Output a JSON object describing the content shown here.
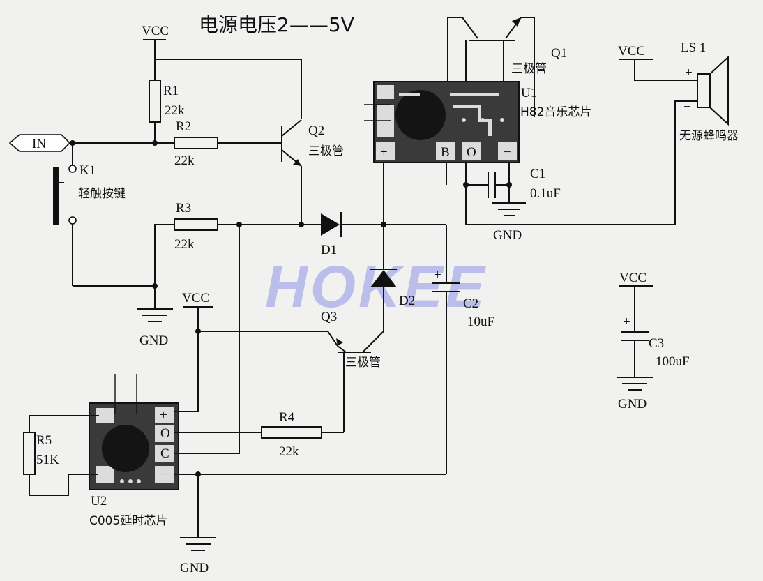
{
  "title": "电源电压2——5V",
  "watermark": "HOKEE",
  "labels": {
    "vcc": "VCC",
    "gnd": "GND",
    "in": "IN",
    "r1": "R1",
    "r1_val": "22k",
    "r2": "R2",
    "r2_val": "22k",
    "r3": "R3",
    "r3_val": "22k",
    "r4": "R4",
    "r4_val": "22k",
    "r5": "R5",
    "r5_val": "51K",
    "q1": "Q1",
    "q1_type": "三极管",
    "q2": "Q2",
    "q2_type": "三极管",
    "q3": "Q3",
    "q3_type": "三极管",
    "d1": "D1",
    "d2": "D2",
    "c1": "C1",
    "c1_val": "0.1uF",
    "c2": "C2",
    "c2_val": "10uF",
    "c3": "C3",
    "c3_val": "100uF",
    "k1": "K1",
    "k1_desc": "轻触按键",
    "u1": "U1",
    "u1_desc": "H82音乐芯片",
    "u2": "U2",
    "u2_desc": "C005延时芯片",
    "ls1": "LS 1",
    "ls1_desc": "无源蜂鸣器",
    "plus": "+",
    "minus": "−",
    "pin_b": "B",
    "pin_o": "O",
    "pin_c": "C"
  },
  "colors": {
    "background": "#f1f1ef",
    "chip_body": "#3a3a3a",
    "chip_pad": "#dcdcdc",
    "watermark": "#8f96e6",
    "wire": "#111111"
  }
}
